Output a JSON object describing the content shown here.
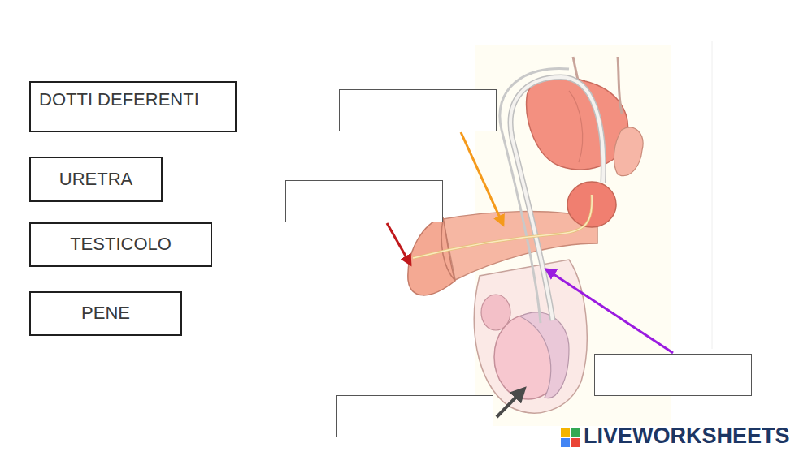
{
  "diagram": {
    "nodes": [
      {
        "text": [
          "DOTTI DEFERENTI"
        ]
      },
      {
        "text": [
          "URETRA"
        ]
      },
      {
        "text": [
          "TESTICOLO"
        ]
      },
      {
        "text": [
          "PENE"
        ]
      }
    ],
    "labels": [
      "LIVEWORKSHEETS"
    ]
  }
}
